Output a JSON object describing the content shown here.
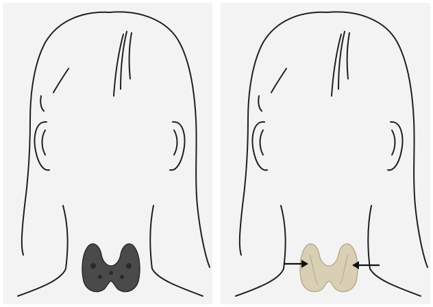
{
  "figure": {
    "panels": [
      {
        "id": "normal",
        "thyroid_state": "normal"
      },
      {
        "id": "abnormal",
        "thyroid_state": "abnormal",
        "arrows": 2
      }
    ]
  },
  "colors": {
    "background": "#ffffff",
    "panel_fill": "#f3f3f3",
    "outline": "#1e1e1e",
    "thyroid_dark": "#4a4a4a",
    "thyroid_dark_shade": "#2a2a2a",
    "thyroid_light": "#d8cfb4",
    "thyroid_light_shade": "#b8ad8c",
    "arrow": "#111111"
  },
  "icons": {
    "head": "head-back-view-outline",
    "gland": "thyroid-gland-icon",
    "pointer": "arrow-icon"
  }
}
